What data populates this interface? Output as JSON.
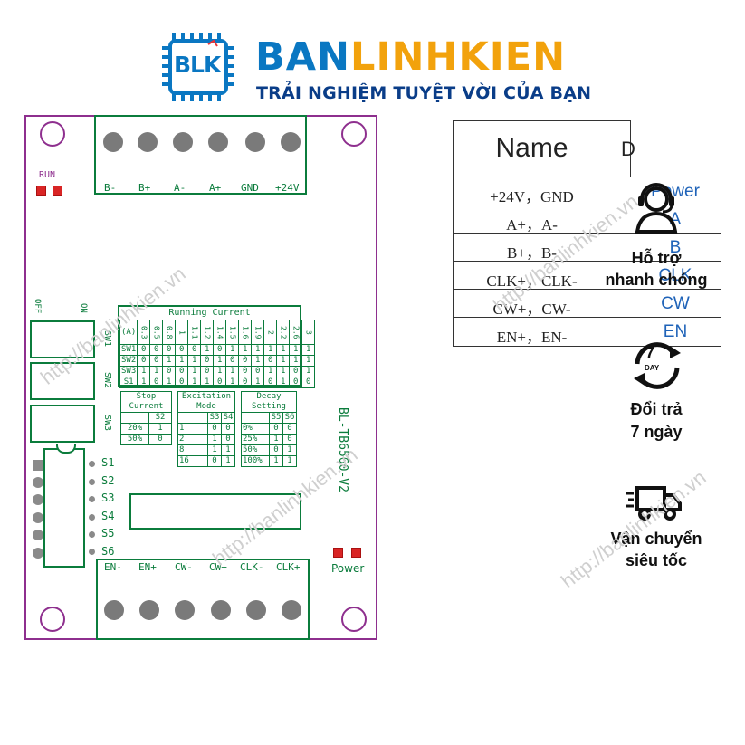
{
  "header": {
    "logo_letters": "BLK",
    "brand_part1": "BAN",
    "brand_part2": "LINHKIEN",
    "slogan": "TRẢI NGHIỆM TUYỆT VỜI CỦA BẠN",
    "colors": {
      "brand_blue": "#0a77c2",
      "brand_orange": "#f2a20c",
      "slogan_navy": "#0a3d88"
    }
  },
  "board": {
    "colors": {
      "outline": "#8e2f8e",
      "silkscreen": "#0b7c3c",
      "led": "#d92525",
      "screw": "#7a7a7a"
    },
    "top_terminals": [
      "B-",
      "B+",
      "A-",
      "A+",
      "GND",
      "+24V"
    ],
    "bottom_terminals": [
      "EN-",
      "EN+",
      "CW-",
      "CW+",
      "CLK-",
      "CLK+"
    ],
    "run_label": "RUN",
    "power_label": "Power",
    "off_label": "OFF",
    "on_label": "ON",
    "switches": [
      "SW1",
      "SW2",
      "SW3"
    ],
    "dip_labels": [
      "S1",
      "S2",
      "S3",
      "S4",
      "S5",
      "S6"
    ],
    "model": "BL-TB6560-V2",
    "running_current": {
      "title": "Running Current",
      "unit": "(A)",
      "currents": [
        "0.3",
        "0.5",
        "0.8",
        "1",
        "1.1",
        "1.2",
        "1.4",
        "1.5",
        "1.6",
        "1.9",
        "2",
        "2.2",
        "2.6",
        "3"
      ],
      "rows": [
        {
          "label": "SW1",
          "bits": [
            "0",
            "0",
            "0",
            "0",
            "0",
            "1",
            "0",
            "1",
            "1",
            "1",
            "1",
            "1",
            "1",
            "1"
          ]
        },
        {
          "label": "SW2",
          "bits": [
            "0",
            "0",
            "1",
            "1",
            "1",
            "0",
            "1",
            "0",
            "0",
            "1",
            "0",
            "1",
            "1",
            "1"
          ]
        },
        {
          "label": "SW3",
          "bits": [
            "1",
            "1",
            "0",
            "0",
            "1",
            "0",
            "1",
            "1",
            "0",
            "0",
            "1",
            "1",
            "0",
            "1"
          ]
        },
        {
          "label": "S1",
          "bits": [
            "1",
            "0",
            "1",
            "0",
            "1",
            "1",
            "0",
            "1",
            "0",
            "1",
            "0",
            "1",
            "0",
            "0"
          ]
        }
      ]
    },
    "stop_current": {
      "title": "Stop Current",
      "col": "S2",
      "rows": [
        {
          "pct": "20%",
          "v": "1"
        },
        {
          "pct": "50%",
          "v": "0"
        }
      ]
    },
    "excitation_mode": {
      "title": "Excitation Mode",
      "cols": [
        "S3",
        "S4"
      ],
      "rows": [
        {
          "mode": "1",
          "a": "0",
          "b": "0"
        },
        {
          "mode": "2",
          "a": "1",
          "b": "0"
        },
        {
          "mode": "8",
          "a": "1",
          "b": "1"
        },
        {
          "mode": "16",
          "a": "0",
          "b": "1"
        }
      ]
    },
    "decay_setting": {
      "title": "Decay Setting",
      "cols": [
        "S5",
        "S6"
      ],
      "rows": [
        {
          "pct": "0%",
          "a": "0",
          "b": "0"
        },
        {
          "pct": "25%",
          "a": "1",
          "b": "0"
        },
        {
          "pct": "50%",
          "a": "0",
          "b": "1"
        },
        {
          "pct": "100%",
          "a": "1",
          "b": "1"
        }
      ]
    }
  },
  "pinout": {
    "header_name": "Name",
    "header_desc": "D",
    "rows": [
      {
        "name": "+24V，GND",
        "desc": "Power"
      },
      {
        "name": "A+，A-",
        "desc": "A"
      },
      {
        "name": "B+，B-",
        "desc": "B"
      },
      {
        "name": "CLK+，CLK-",
        "desc": "CLK"
      },
      {
        "name": "CW+，CW-",
        "desc": "CW"
      },
      {
        "name": "EN+，EN-",
        "desc": "EN"
      }
    ]
  },
  "features": [
    {
      "icon": "support-agent-icon",
      "line1": "Hỗ trợ",
      "line2": "nhanh chóng"
    },
    {
      "icon": "return-7-day-icon",
      "badge_num": "7",
      "badge_unit": "DAY",
      "line1": "Đổi trả",
      "line2": "7 ngày"
    },
    {
      "icon": "fast-delivery-truck-icon",
      "line1": "Vận chuyển",
      "line2": "siêu tốc"
    }
  ],
  "watermark": "http://banlinhkien.vn"
}
